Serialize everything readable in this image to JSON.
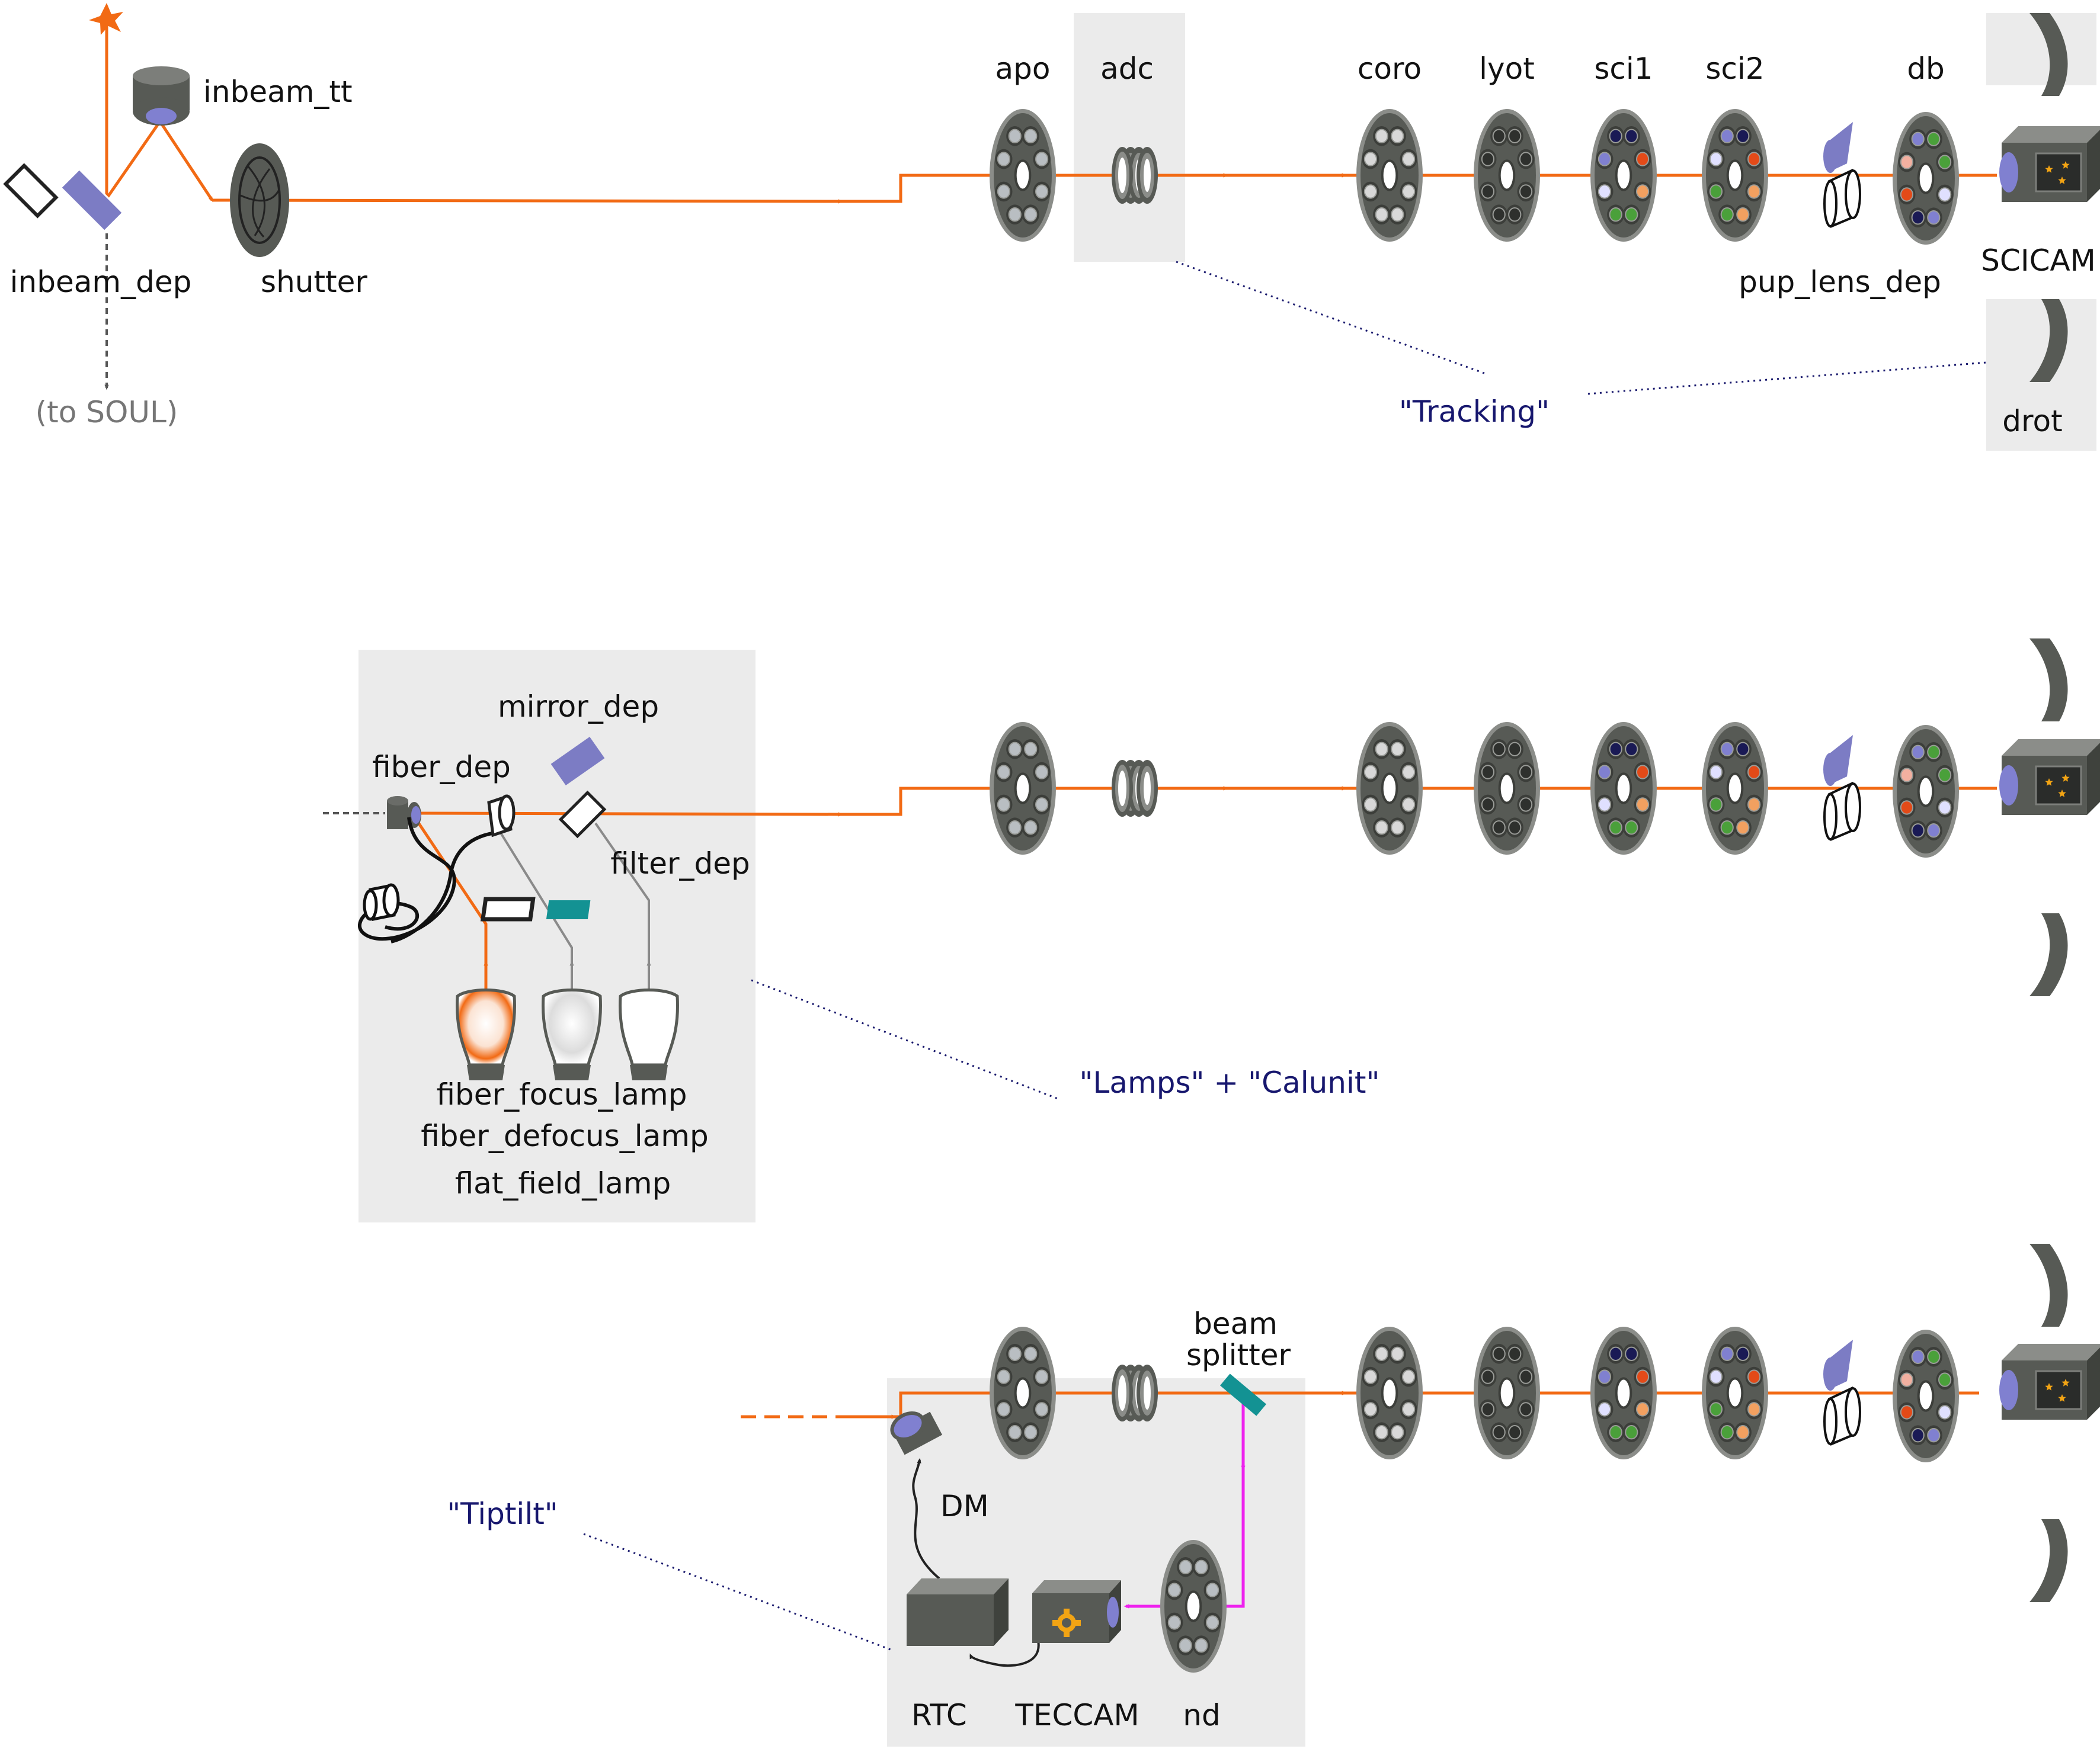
{
  "colors": {
    "beam": "#f26a14",
    "tt_beam": "#ee22ee",
    "panel": "#ebebeb",
    "device_dark": "#575a55",
    "device_mid": "#8b8d89",
    "label_blue": "#17176e",
    "label_gray": "#767676"
  },
  "row1": {
    "inbeam_dep": "inbeam_dep",
    "inbeam_tt": "inbeam_tt",
    "shutter": "shutter",
    "to_soul": "(to SOUL)",
    "apo": "apo",
    "adc": "adc",
    "coro": "coro",
    "lyot": "lyot",
    "sci1": "sci1",
    "sci2": "sci2",
    "db": "db",
    "pup_lens_dep": "pup_lens_dep",
    "scicam": "SCICAM",
    "drot": "drot",
    "group": "\"Tracking\""
  },
  "row2": {
    "mirror_dep": "mirror_dep",
    "fiber_dep": "fiber_dep",
    "filter_dep": "filter_dep",
    "fiber_focus_lamp": "fiber_focus_lamp",
    "fiber_defocus_lamp": "fiber_defocus_lamp",
    "flat_field_lamp": "flat_field_lamp",
    "group": "\"Lamps\" + \"Calunit\""
  },
  "row3": {
    "beam_splitter_line1": "beam",
    "beam_splitter_line2": "splitter",
    "dm": "DM",
    "rtc": "RTC",
    "teccam": "TECCAM",
    "nd": "nd",
    "group": "\"Tiptilt\""
  }
}
